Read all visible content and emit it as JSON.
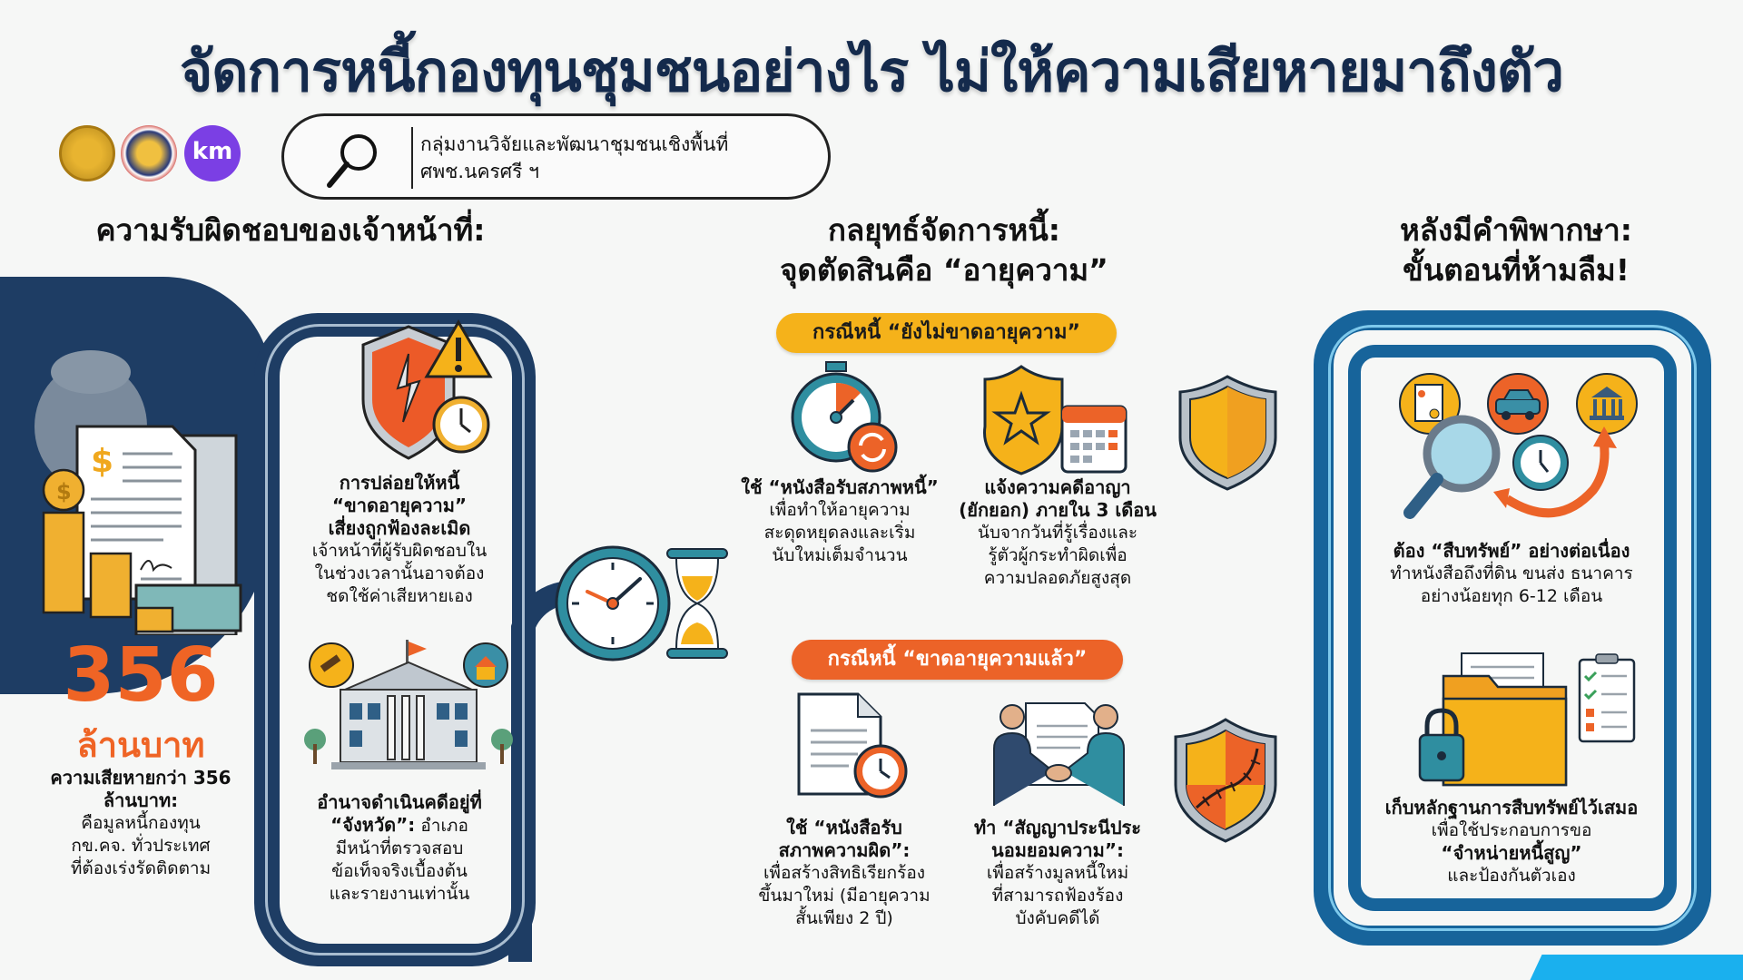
{
  "title": "จัดการหนี้กองทุนชุมชนอย่างไร ไม่ให้ความเสียหายมาถึงตัว",
  "logos": [
    {
      "name": "logo-department-seal"
    },
    {
      "name": "logo-community-development"
    },
    {
      "name": "logo-km",
      "label": "km"
    }
  ],
  "source_box": {
    "icon": "search-icon",
    "line1": "กลุ่มงานวิจัยและพัฒนาชุมชนเชิงพื้นที่",
    "line2": "ศพช.นครศรี ฯ"
  },
  "left_section": {
    "heading": "ความรับผิดชอบของเจ้าหน้าที่:",
    "stat_number": "356",
    "stat_unit": "ล้านบาท",
    "stat_title": "ความเสียหายกว่า 356 ล้านบาท:",
    "stat_desc_lines": [
      "คือมูลหนี้กองทุน",
      "กข.คจ. ทั่วประเทศ",
      "ที่ต้องเร่งรัดติดตาม"
    ],
    "items": [
      {
        "icon": "broken-shield-warning-clock-icon",
        "title_lines": [
          "การปล่อยให้หนี้",
          "“ขาดอายุความ”",
          "เสี่ยงถูกฟ้องละเมิด"
        ],
        "desc_lines": [
          "เจ้าหน้าที่ผู้รับผิดชอบใน",
          "ในช่วงเวลานั้นอาจต้อง",
          "ชดใช้ค่าเสียหายเอง"
        ]
      },
      {
        "icon": "government-building-icon",
        "title_lines": [
          "อำนาจดำเนินคดีอยู่ที่",
          "“จังหวัด”:"
        ],
        "title_suffix": "อำเภอ",
        "desc_lines": [
          "มีหน้าที่ตรวจสอบ",
          "ข้อเท็จจริงเบื้องต้น",
          "และรายงานเท่านั้น"
        ]
      }
    ]
  },
  "middle_section": {
    "heading_line1": "กลยุทธ์จัดการหนี้:",
    "heading_line2": "จุดตัดสินคือ “อายุความ”",
    "case_not_expired": {
      "label": "กรณีหนี้ “ยังไม่ขาดอายุความ”",
      "color": "#f5b21a",
      "items": [
        {
          "icon": "stopwatch-refresh-icon",
          "title": "ใช้ “หนังสือรับสภาพหนี้”",
          "desc_lines": [
            "เพื่อทำให้อายุความ",
            "สะดุดหยุดลงและเริ่ม",
            "นับใหม่เต็มจำนวน"
          ]
        },
        {
          "icon": "police-badge-calendar-icon",
          "title_lines": [
            "แจ้งความคดีอาญา",
            "(ยักยอก) ภายใน 3 เดือน"
          ],
          "desc_lines": [
            "นับจากวันที่รู้เรื่องและ",
            "รู้ตัวผู้กระทำผิดเพื่อ",
            "ความปลอดภัยสูงสุด"
          ]
        }
      ]
    },
    "case_expired": {
      "label": "กรณีหนี้ “ขาดอายุความแล้ว”",
      "color": "#ec6328",
      "items": [
        {
          "icon": "document-clock-icon",
          "title_lines": [
            "ใช้ “หนังสือรับ",
            "สภาพความผิด”:"
          ],
          "desc_lines": [
            "เพื่อสร้างสิทธิเรียกร้อง",
            "ขึ้นมาใหม่ (มีอายุความ",
            "สั้นเพียง 2 ปี)"
          ]
        },
        {
          "icon": "handshake-contract-icon",
          "title_lines": [
            "ทำ “สัญญาประนีประ",
            "นอมยอมความ”:"
          ],
          "desc_lines": [
            "เพื่อสร้างมูลหนี้ใหม่",
            "ที่สามารถฟ้องร้อง",
            "บังคับคดีได้"
          ]
        }
      ]
    },
    "shields": [
      "intact-shield-icon",
      "patched-shield-icon"
    ],
    "connector_icon": "clock-hourglass-icon"
  },
  "right_section": {
    "heading_line1": "หลังมีคำพิพากษา:",
    "heading_line2": "ขั้นตอนที่ห้ามลืม!",
    "items": [
      {
        "icon": "asset-search-cycle-icon",
        "title": "ต้อง “สืบทรัพย์” อย่างต่อเนื่อง",
        "desc_lines": [
          "ทำหนังสือถึงที่ดิน ขนส่ง ธนาคาร",
          "อย่างน้อยทุก 6-12 เดือน"
        ]
      },
      {
        "icon": "evidence-folder-lock-icon",
        "title": "เก็บหลักฐานการสืบทรัพย์ไว้เสมอ",
        "desc_lines": [
          "เพื่อใช้ประกอบการขอ"
        ],
        "desc_bold": "“จำหน่ายหนี้สูญ”",
        "desc_tail": "และป้องกันตัวเอง"
      }
    ]
  },
  "colors": {
    "title": "#142a4c",
    "navy": "#1e3d64",
    "orange": "#ec6328",
    "yellow": "#f5b21a",
    "blue_frame": "#17649b",
    "light_blue": "#1ab0ee"
  }
}
